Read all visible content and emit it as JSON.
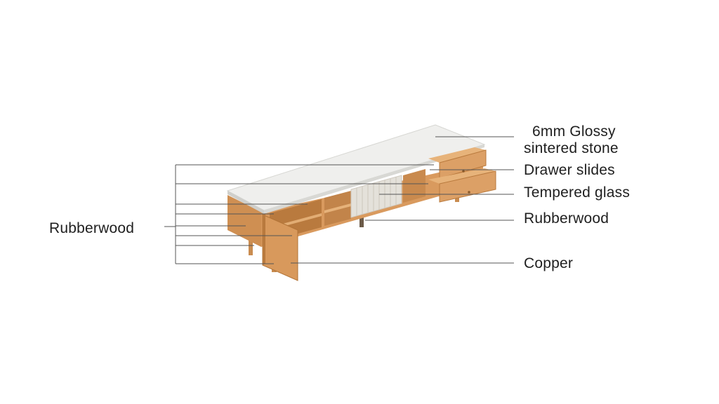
{
  "labels": {
    "stone_line1": "6mm Glossy",
    "stone_line2": "sintered stone",
    "drawer_slides": "Drawer slides",
    "tempered_glass": "Tempered glass",
    "rubberwood_right": "Rubberwood",
    "copper": "Copper",
    "rubberwood_left": "Rubberwood"
  },
  "colors": {
    "wood": "#d9a066",
    "wood_dark": "#b97a3e",
    "wood_shadow": "#a86a33",
    "stone_top": "#eeeeec",
    "glass": "#e6e3dc",
    "leader_line": "#555555",
    "text": "#1f1f1f"
  }
}
